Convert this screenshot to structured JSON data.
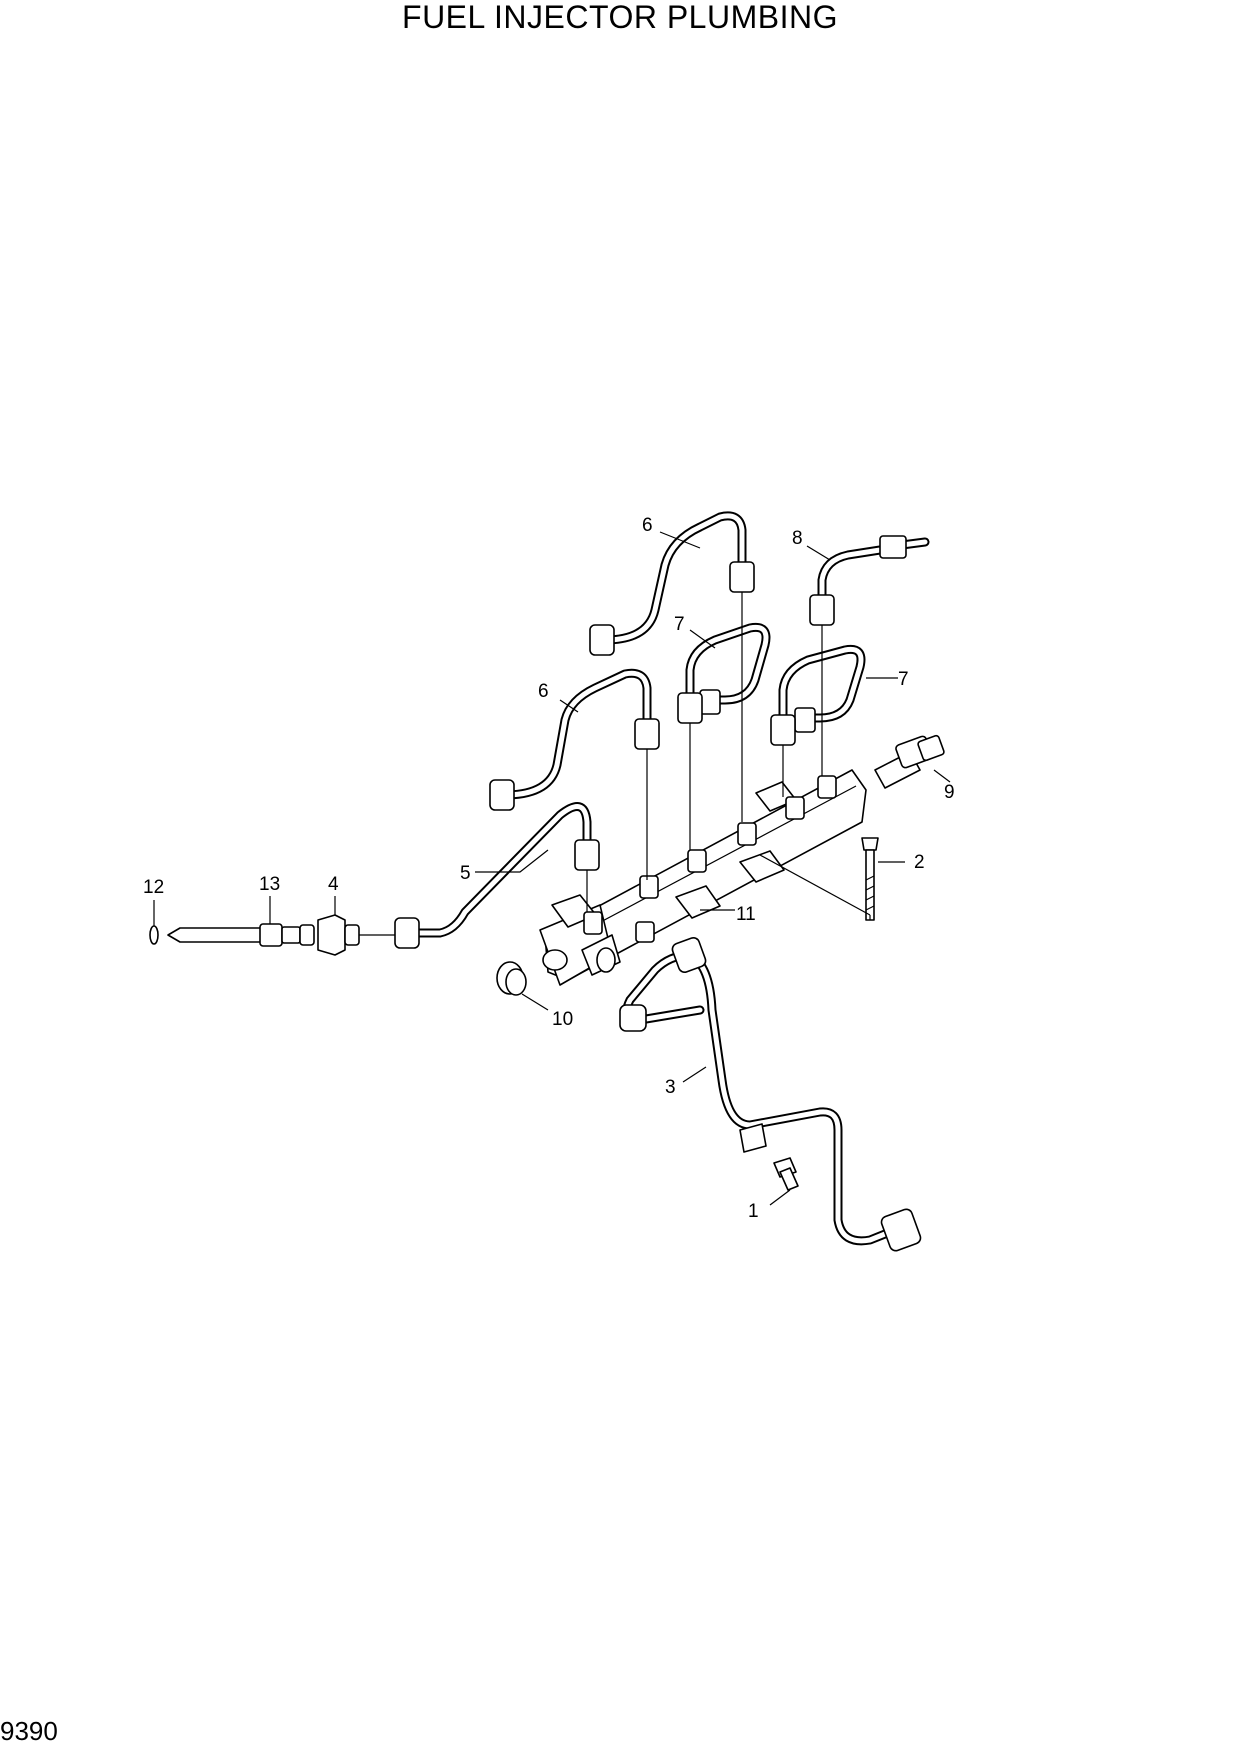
{
  "title": "FUEL INJECTOR PLUMBING",
  "page_number": "9390",
  "callouts": {
    "c1": "1",
    "c2": "2",
    "c3": "3",
    "c4": "4",
    "c5": "5",
    "c6a": "6",
    "c6b": "6",
    "c7a": "7",
    "c7b": "7",
    "c8": "8",
    "c9": "9",
    "c10": "10",
    "c11": "11",
    "c12": "12",
    "c13": "13"
  }
}
